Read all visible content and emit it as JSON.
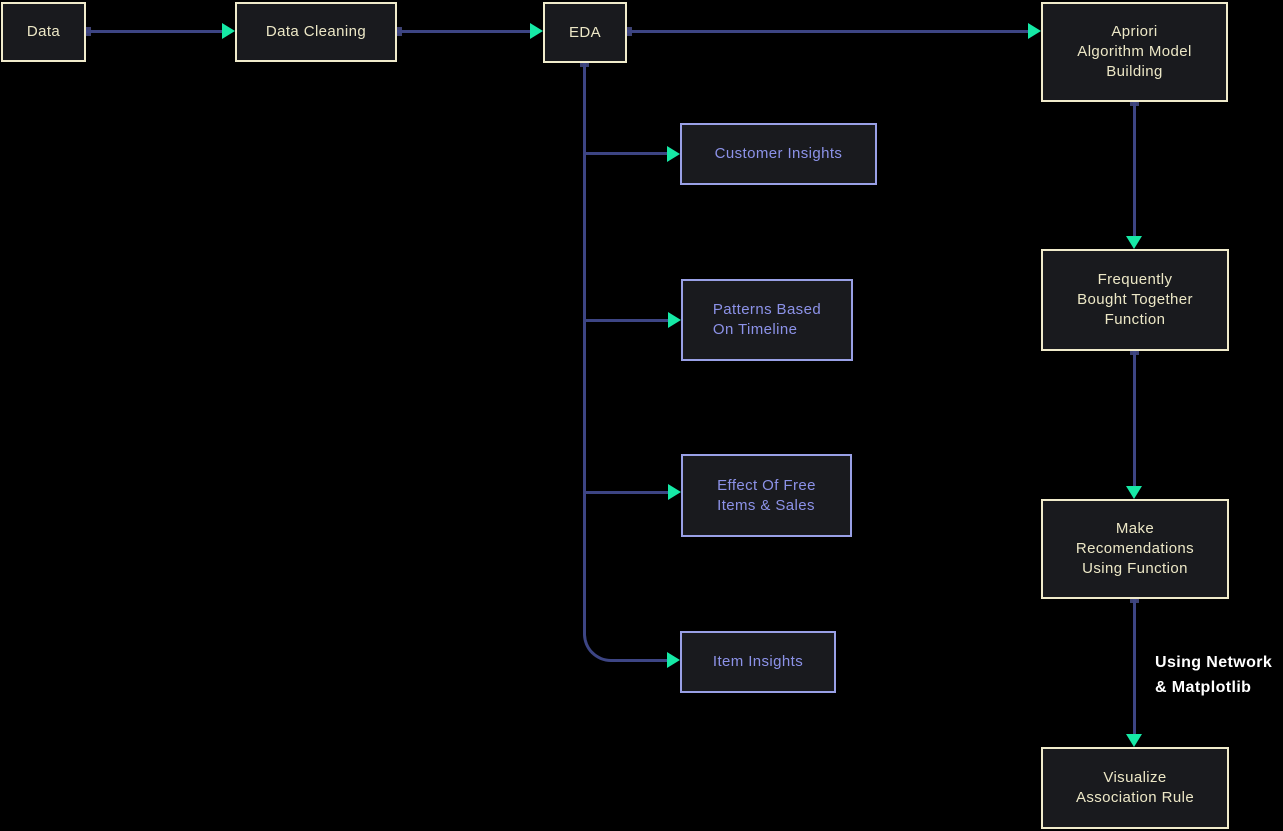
{
  "diagram": {
    "type": "flowchart",
    "nodes": [
      {
        "id": "data",
        "label": "Data",
        "style": "cream"
      },
      {
        "id": "data-cleaning",
        "label": "Data Cleaning",
        "style": "cream"
      },
      {
        "id": "eda",
        "label": "EDA",
        "style": "cream"
      },
      {
        "id": "apriori",
        "label": "Apriori\nAlgorithm Model\nBuilding",
        "style": "cream"
      },
      {
        "id": "customer-insights",
        "label": "Customer Insights",
        "style": "purple"
      },
      {
        "id": "patterns-timeline",
        "label": "Patterns Based\nOn Timeline",
        "style": "purple"
      },
      {
        "id": "effect-free-items",
        "label": "Effect Of Free\nItems & Sales",
        "style": "purple"
      },
      {
        "id": "item-insights",
        "label": "Item Insights",
        "style": "purple"
      },
      {
        "id": "frequently-bought",
        "label": "Frequently\nBought Together\nFunction",
        "style": "cream"
      },
      {
        "id": "make-recommendations",
        "label": "Make\nRecomendations\nUsing Function",
        "style": "cream"
      },
      {
        "id": "visualize-rule",
        "label": "Visualize\nAssociation Rule",
        "style": "cream"
      }
    ],
    "edges": [
      {
        "from": "data",
        "to": "data-cleaning"
      },
      {
        "from": "data-cleaning",
        "to": "eda"
      },
      {
        "from": "eda",
        "to": "apriori"
      },
      {
        "from": "eda",
        "to": "customer-insights"
      },
      {
        "from": "eda",
        "to": "patterns-timeline"
      },
      {
        "from": "eda",
        "to": "effect-free-items"
      },
      {
        "from": "eda",
        "to": "item-insights"
      },
      {
        "from": "apriori",
        "to": "frequently-bought"
      },
      {
        "from": "frequently-bought",
        "to": "make-recommendations"
      },
      {
        "from": "make-recommendations",
        "to": "visualize-rule",
        "label": "Using Network\n& Matplotlib"
      }
    ],
    "edge_label": "Using Network\n& Matplotlib",
    "colors": {
      "background": "#000000",
      "node_fill": "#191a1e",
      "cream_border": "#f0ebcb",
      "cream_text": "#ece7c6",
      "purple_border": "#99a0e6",
      "purple_text": "#8c92e8",
      "edge_line": "#3d4584",
      "connector_dot": "#3d4273",
      "arrowhead": "#16e9a6",
      "edge_label_text": "#ffffff"
    }
  }
}
